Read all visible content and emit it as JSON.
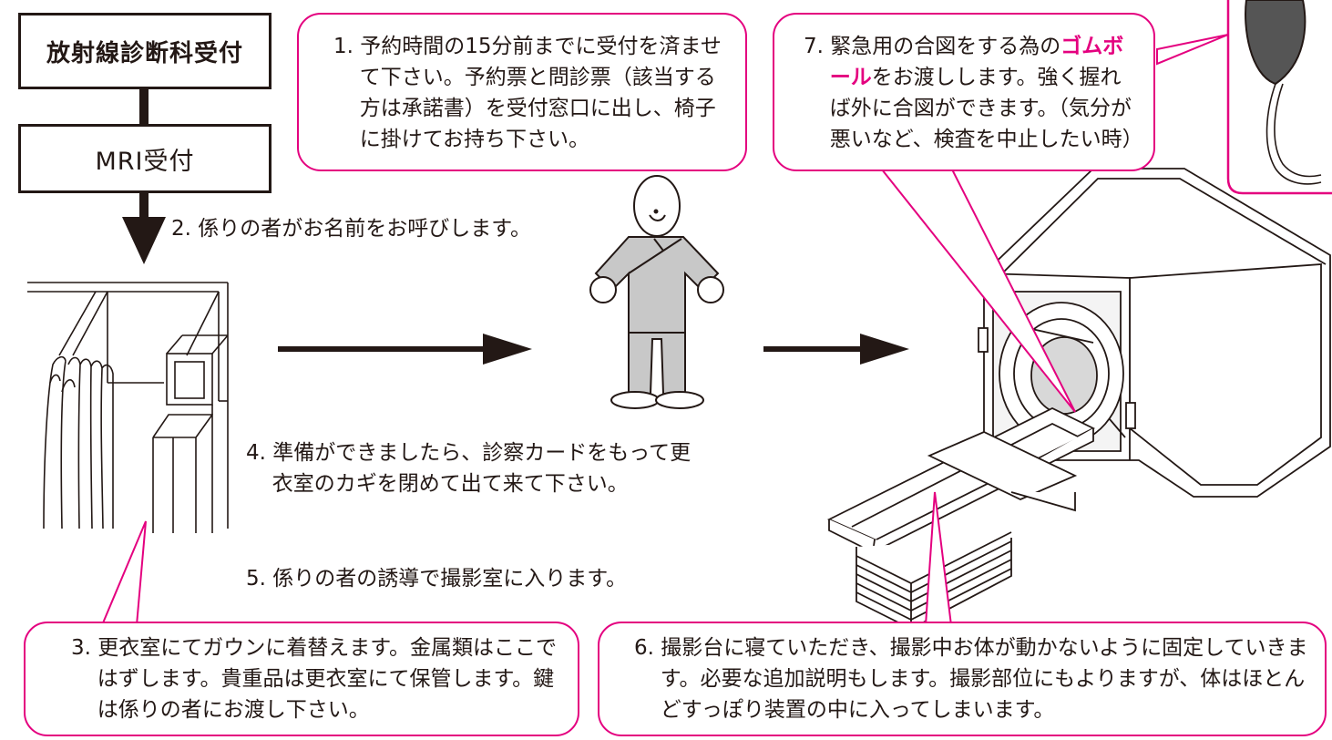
{
  "flow": {
    "reception_radiology": "放射線診断科受付",
    "reception_mri": "MRI受付"
  },
  "steps": {
    "step1": "1. 予約時間の15分前までに受付を済ませて下さい。予約票と問診票（該当する方は承諾書）を受付窓口に出し、椅子に掛けてお持ち下さい。",
    "step2": "2. 係りの者がお名前をお呼びします。",
    "step3": "3. 更衣室にてガウンに着替えます。金属類はここではずします。貴重品は更衣室にて保管します。鍵は係りの者にお渡し下さい。",
    "step4": "4. 準備ができましたら、診察カードをもって更衣室のカギを閉めて出て来て下さい。",
    "step5": "5. 係りの者の誘導で撮影室に入ります。",
    "step6": "6. 撮影台に寝ていただき、撮影中お体が動かないように固定していきます。必要な追加説明もします。撮影部位にもよりますが、体はほとんどすっぽり装置の中に入ってしまいます。",
    "step7_prefix": "7. 緊急用の合図をする為の",
    "step7_bold": "ゴムボール",
    "step7_suffix": "をお渡しします。強く握れば外に合図ができます。（気分が悪いなど、検査を中止したい時）"
  },
  "colors": {
    "callout_border": "#e4007f",
    "gown_fill": "#c8c8c8",
    "ball_fill": "#555555",
    "ink": "#231815"
  }
}
